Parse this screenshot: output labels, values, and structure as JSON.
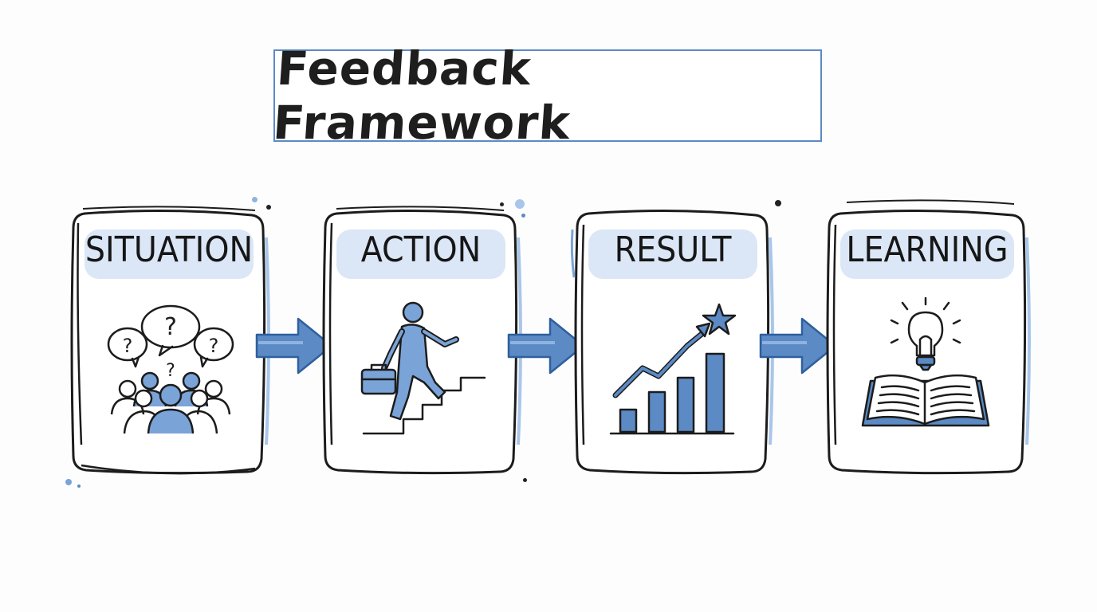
{
  "title": "Feedback Framework",
  "steps": [
    {
      "label": "SITUATION",
      "icon": "people-questions-icon"
    },
    {
      "label": "ACTION",
      "icon": "person-climbing-stairs-icon"
    },
    {
      "label": "RESULT",
      "icon": "growth-chart-star-icon"
    },
    {
      "label": "LEARNING",
      "icon": "book-lightbulb-icon"
    }
  ],
  "colors": {
    "accent": "#5b8ac4",
    "accent_light": "#dbe7f6",
    "ink": "#1e1e1e"
  }
}
